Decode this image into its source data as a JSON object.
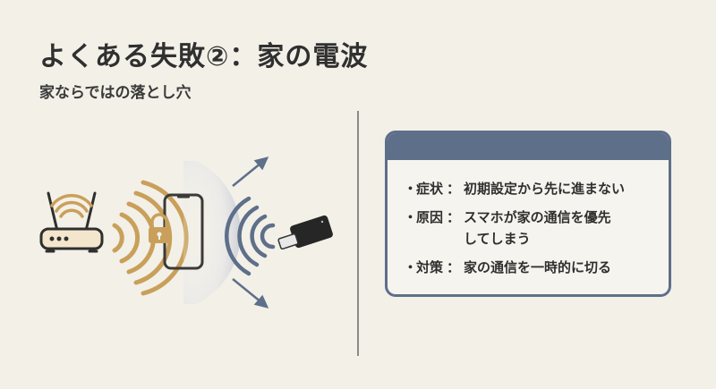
{
  "slide": {
    "title": "よくある失敗②：家の電波",
    "subtitle": "家ならではの落とし穴"
  },
  "illustration": {
    "icons": [
      "router-icon",
      "wifi-signal-icon",
      "lock-icon",
      "smartphone-icon",
      "blocked-signal-icon",
      "usb-adapter-icon"
    ],
    "colors": {
      "gold": "#c9a05a",
      "blue": "#5e6f8a",
      "dark": "#2f2f2f"
    }
  },
  "card": {
    "header_color": "#5e6f8a",
    "items": [
      {
        "bullet": "・",
        "label": "症状",
        "colon": "：",
        "text": "初期設定から先に進まない"
      },
      {
        "bullet": "・",
        "label": "原因",
        "colon": "：",
        "text": "スマホが家の通信を優先\nしてしまう"
      },
      {
        "bullet": "・",
        "label": "対策",
        "colon": "：",
        "text": "家の通信を一時的に切る"
      }
    ]
  }
}
